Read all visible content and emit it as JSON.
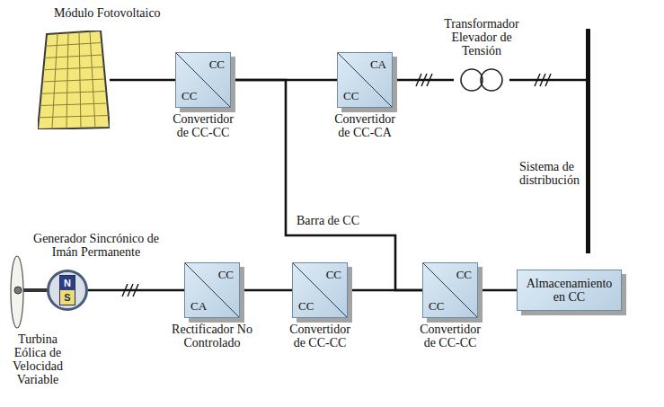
{
  "diagram": {
    "nodes": [
      {
        "text": [
          "Módulo Fotovoltaico"
        ]
      },
      {
        "text": [
          "CC",
          "CC",
          "Convertidor de CC-CC"
        ]
      },
      {
        "text": [
          "CA",
          "CC",
          "Convertidor de CC-CA"
        ]
      },
      {
        "text": [
          "Transformador Elevador de Tensión"
        ]
      },
      {
        "text": [
          "Sistema de distribución"
        ]
      },
      {
        "text": [
          "Generador Sincrónico de Imán Permanente",
          "N",
          "S"
        ]
      },
      {
        "text": [
          "CC",
          "CA",
          "Rectificador No Controlado"
        ]
      },
      {
        "text": [
          "CC",
          "CC",
          "Convertidor de CC-CC"
        ]
      },
      {
        "text": [
          "CC",
          "CC",
          "Convertidor de CC-CC"
        ]
      },
      {
        "text": [
          "Almacenamiento en CC"
        ]
      }
    ],
    "edges": [
      {
        "from": 0,
        "to": 1,
        "arrow": "none"
      },
      {
        "from": 1,
        "to": 2,
        "arrow": "none"
      },
      {
        "from": 2,
        "to": 3,
        "arrow": "none"
      },
      {
        "from": 3,
        "to": 4,
        "arrow": "none"
      },
      {
        "from": 5,
        "to": 6,
        "arrow": "none"
      },
      {
        "from": 6,
        "to": 7,
        "arrow": "none"
      },
      {
        "from": 7,
        "to": 8,
        "arrow": "none"
      },
      {
        "from": 8,
        "to": 9,
        "arrow": "none"
      },
      {
        "from": 1,
        "to": 8,
        "arrow": "none"
      }
    ],
    "labels": [
      "Barra de CC",
      "Turbina Eólica de Velocidad Variable"
    ]
  }
}
